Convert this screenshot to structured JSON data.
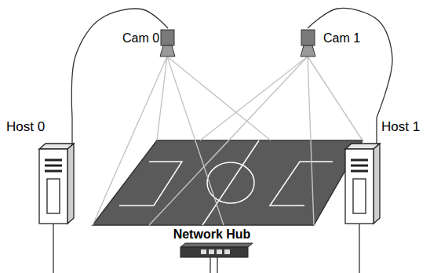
{
  "diagram": {
    "nodes": [
      {
        "text": [
          "Cam 0"
        ]
      },
      {
        "text": [
          "Cam 1"
        ]
      },
      {
        "text": [
          "Host 0"
        ]
      },
      {
        "text": [
          "Host 1"
        ]
      },
      {
        "text": [
          "Network Hub"
        ]
      }
    ],
    "edges": [
      {
        "from": 2,
        "to": 0,
        "arrow": "none"
      },
      {
        "from": 3,
        "to": 1,
        "arrow": "none"
      }
    ]
  }
}
